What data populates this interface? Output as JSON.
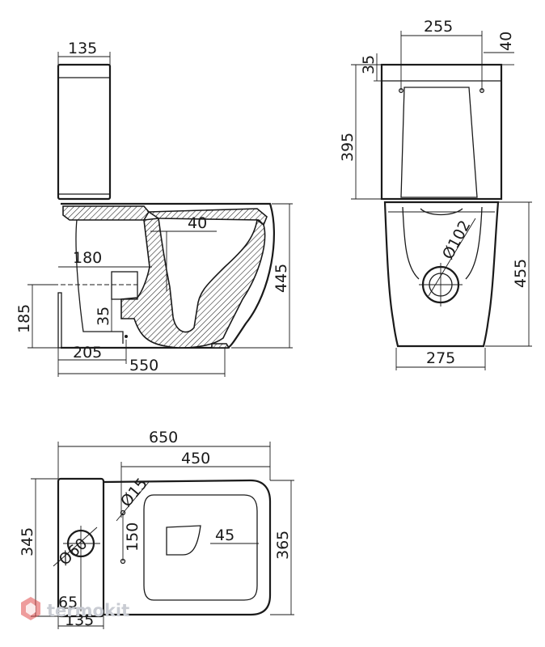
{
  "dimensions": {
    "side": {
      "tank_depth": "135",
      "trap_width": "40",
      "outlet_distance": "180",
      "outlet_height": "185",
      "bottom_clear": "35",
      "wall_to_outlet": "205",
      "overall_length": "550",
      "bowl_height": "445"
    },
    "front": {
      "hole_spacing": "255",
      "top_offset": "40",
      "tank_top": "35",
      "tank_height": "395",
      "outlet_diameter": "Ø102",
      "bowl_height": "455",
      "base_width": "275"
    },
    "top": {
      "overall_length": "650",
      "bowl_length": "450",
      "fix_hole": "Ø15",
      "fix_spacing": "150",
      "offset": "45",
      "tank_width": "345",
      "seat_width": "365",
      "inlet_diameter": "Ø60",
      "inlet_offset": "65",
      "tank_depth": "135"
    }
  },
  "watermark": {
    "text": "termokit",
    "color": "#c9ccd3",
    "accent": "#e04a4a"
  }
}
